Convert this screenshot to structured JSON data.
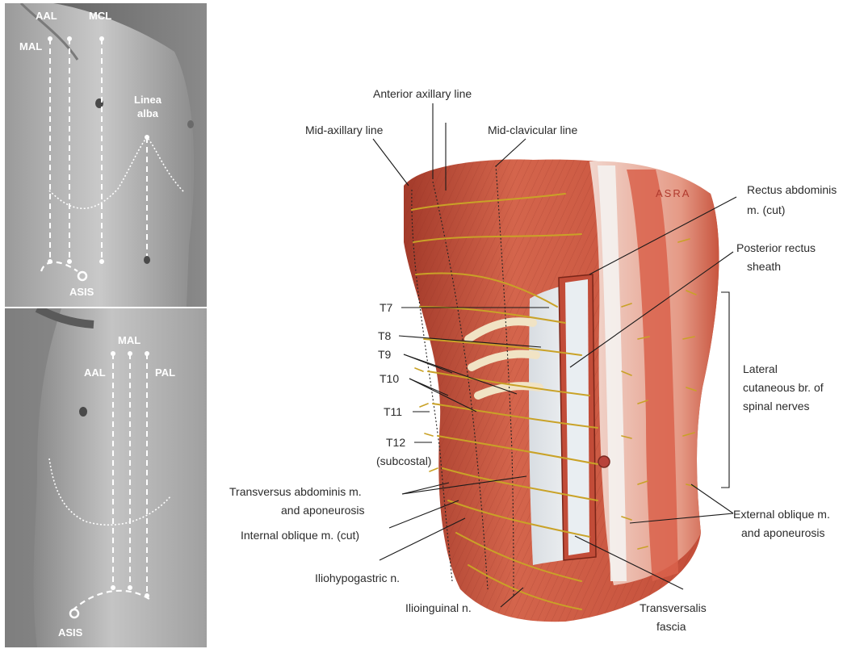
{
  "photo_top": {
    "labels": {
      "mal": "MAL",
      "aal": "AAL",
      "mcl": "MCL",
      "linea_alba": [
        "Linea",
        "alba"
      ],
      "asis": "ASIS"
    }
  },
  "photo_bottom": {
    "labels": {
      "mal": "MAL",
      "aal": "AAL",
      "pal": "PAL",
      "asis": "ASIS"
    }
  },
  "illustration": {
    "signature": "ASRA",
    "labels": {
      "anterior_axillary_line": "Anterior axillary line",
      "mid_axillary_line": "Mid-axillary line",
      "mid_clavicular_line": "Mid-clavicular line",
      "rectus_abdominis": [
        "Rectus abdominis",
        "m. (cut)"
      ],
      "posterior_rectus_sheath": [
        "Posterior rectus",
        "sheath"
      ],
      "t7": "T7",
      "t8": "T8",
      "t9": "T9",
      "t10": "T10",
      "t11": "T11",
      "t12": [
        "T12",
        "(subcostal)"
      ],
      "lateral_cutaneous": [
        "Lateral",
        "cutaneous br. of",
        "spinal nerves"
      ],
      "transversus_abdominis": [
        "Transversus abdominis m.",
        "and aponeurosis"
      ],
      "internal_oblique": "Internal oblique m. (cut)",
      "external_oblique": [
        "External oblique m.",
        "and aponeurosis"
      ],
      "iliohypogastric": "Iliohypogastric n.",
      "ilioinguinal": "Ilioinguinal n.",
      "transversalis_fascia": [
        "Transversalis",
        "fascia"
      ]
    }
  },
  "colors": {
    "muscle": "#c8553f",
    "nerve": "#c9a227",
    "fascia": "#eef0f2",
    "photo_bg": "#6e6e6e"
  }
}
